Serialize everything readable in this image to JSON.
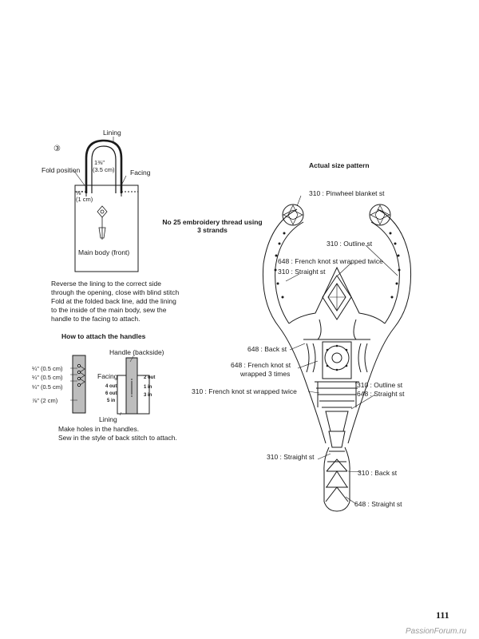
{
  "bag": {
    "step_num": "③",
    "lining": "Lining",
    "fold_position": "Fold position",
    "facing": "Facing",
    "m_inch": "1⅜\"",
    "m_cm": "(3.5 cm)",
    "s_inch": "⅜\"",
    "s_cm": "(1 cm)",
    "main_body": "Main body (front)"
  },
  "instructions": {
    "lines": [
      "Reverse the lining to the correct side",
      "through the opening, close with blind stitch",
      "Fold at the folded back line, add the lining",
      "to the inside of the main body, sew the",
      "handle to the facing to attach."
    ]
  },
  "handles": {
    "title": "How to attach the handles",
    "handle_backside": "Handle (backside)",
    "facing": "Facing",
    "lining": "Lining",
    "meas": [
      "¼\" (0.5 cm)",
      "¼\" (0.5 cm)",
      "¼\" (0.5 cm)",
      "⅞\" (2 cm)"
    ],
    "stitch_left": [
      "4 out",
      "6 out",
      "5 in"
    ],
    "stitch_right": [
      "2 out",
      "1 in",
      "3 in"
    ],
    "note": [
      "Make holes in the handles.",
      "Sew in the style of back stitch to attach."
    ]
  },
  "pattern": {
    "title": "Actual size pattern",
    "thread": [
      "No 25 embroidery thread using",
      "3 strands"
    ],
    "labels": {
      "pinwheel": "310 : Pinwheel blanket st",
      "outline1": "310 : Outline st",
      "french_twice_648": "648 : French knot st wrapped twice",
      "straight_310_a": "310 : Straight st",
      "back_648": "648 : Back st",
      "french3_a": "648 : French knot st",
      "french3_b": "wrapped 3 times",
      "outline2": "310 : Outline st",
      "straight_648_a": "648 : Straight st",
      "french_twice_310": "310 : French knot st wrapped twice",
      "straight_310_b": "310 : Straight st",
      "back_310": "310 : Back st",
      "straight_648_b": "648 : Straight st"
    }
  },
  "page_number": "111",
  "watermark": "PassionForum.ru"
}
